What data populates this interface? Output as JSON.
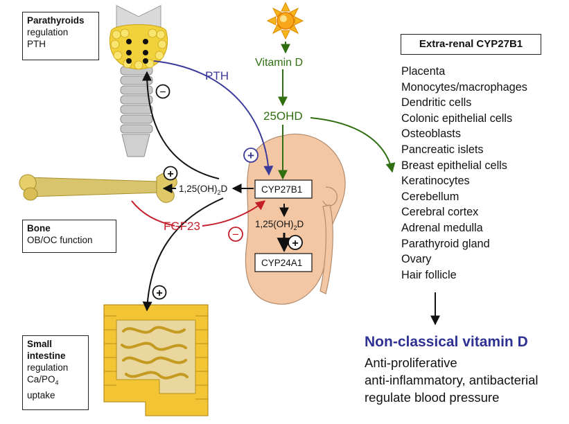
{
  "boxes": {
    "parathyroids": {
      "title": "Parathyroids",
      "line1": "regulation",
      "line2": "PTH"
    },
    "bone": {
      "title": "Bone",
      "line1": "OB/OC function"
    },
    "intestine": {
      "title1": "Small",
      "title2": "intestine",
      "line1": "regulation",
      "line2_main": "Ca/PO",
      "line2_sub": "4",
      "line3": "uptake"
    }
  },
  "labels": {
    "vitamin_d": "Vitamin D",
    "ohd25": "25OHD",
    "pth": "PTH",
    "fgf23": "FGF23",
    "calcitriol_main": "1,25(OH)",
    "calcitriol_sub": "2",
    "calcitriol_end": "D",
    "cyp27b1": "CYP27B1",
    "cyp24a1": "CYP24A1"
  },
  "signs": {
    "plus": "+",
    "minus": "−"
  },
  "extra_renal": {
    "title": "Extra-renal CYP27B1",
    "tissues": [
      "Placenta",
      "Monocytes/macrophages",
      "Dendritic cells",
      "Colonic epithelial cells",
      "Osteoblasts",
      "Pancreatic islets",
      "Breast epithelial cells",
      "Keratinocytes",
      "Cerebellum",
      "Cerebral cortex",
      "Adrenal medulla",
      "Parathyroid gland",
      "Ovary",
      "Hair follicle"
    ]
  },
  "non_classical": {
    "title": "Non-classical vitamin D",
    "effects": [
      "Anti-proliferative",
      "anti-inflammatory, antibacterial",
      "regulate blood pressure"
    ]
  },
  "colors": {
    "blue": "#3a3a9a",
    "green": "#2f6f10",
    "red": "#c41e2a",
    "black": "#111111",
    "kidney": "#f4c7a4",
    "gland": "#f2d23c",
    "bone": "#d7c06a",
    "intestine": "#f3c434"
  }
}
